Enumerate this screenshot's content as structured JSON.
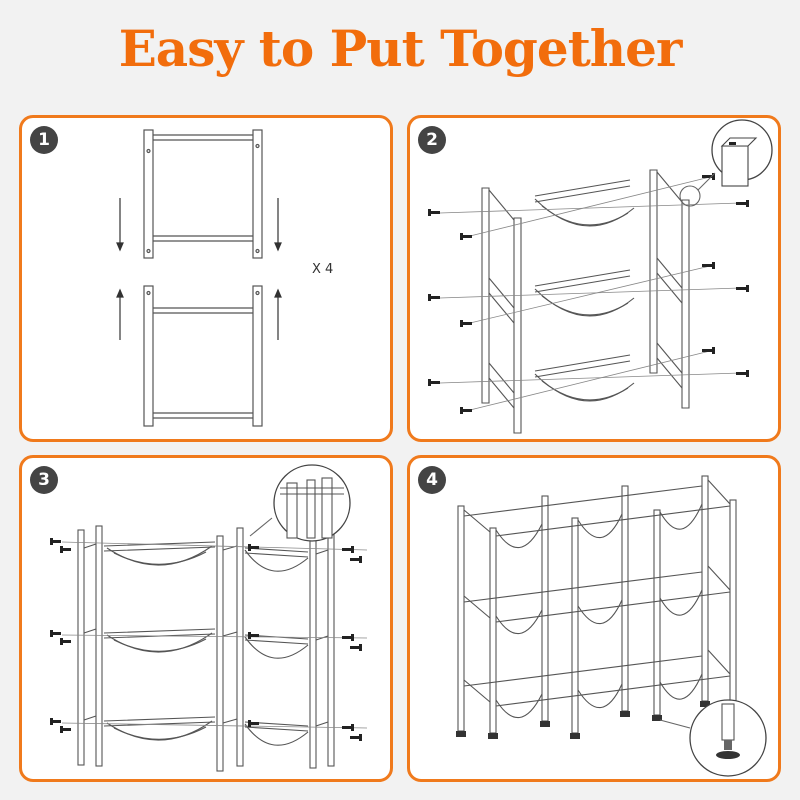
{
  "title": "Easy to Put Together",
  "colors": {
    "accent": "#f26d0c",
    "panel_border": "#f07a1c",
    "badge": "#444444"
  },
  "steps": [
    {
      "number": "1"
    },
    {
      "number": "2"
    },
    {
      "number": "3"
    },
    {
      "number": "4"
    }
  ],
  "step1": {
    "multiplier": "X 4"
  },
  "icons": [
    "arrow-down-icon",
    "arrow-up-icon",
    "screw-icon",
    "detail-magnifier-icon",
    "foot-pad-icon"
  ]
}
